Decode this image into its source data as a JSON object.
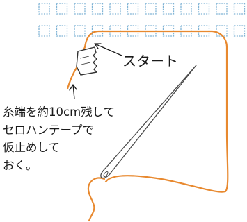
{
  "labels": {
    "start": "スタート",
    "note_lines": [
      "糸端を約10cm残して",
      "セロハンテープで",
      "仮止めして",
      "おく。"
    ]
  },
  "colors": {
    "thread": "#e8892f",
    "stitch_grid": "#7fb3d5",
    "needle": "#4a4a4a",
    "tape_fill": "#ffffff",
    "tape_stroke": "#333333",
    "text": "#1a1a1a"
  }
}
